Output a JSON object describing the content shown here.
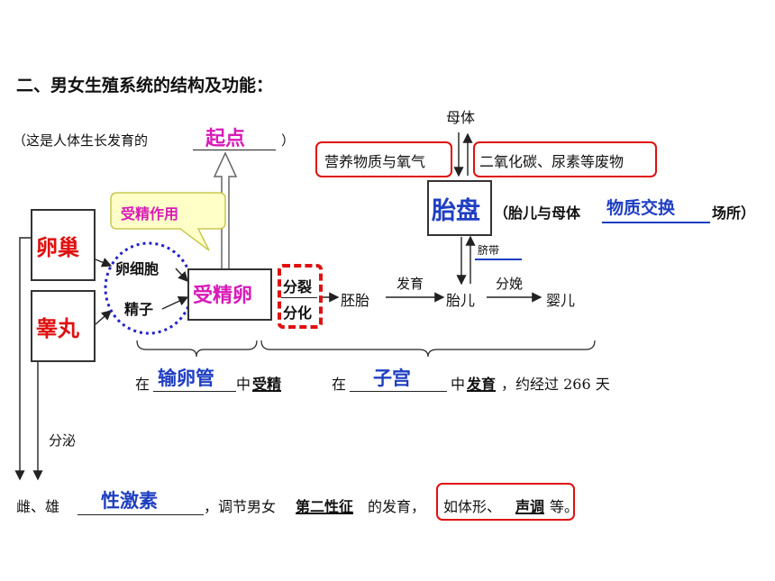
{
  "title": "二、男女生殖系统的结构及功能：",
  "note": {
    "prefix": "（这是人体生长发育的",
    "answer": "起点",
    "suffix": "）"
  },
  "mother": "母体",
  "nutrients": "营养物质与氧气",
  "wastes": "二氧化碳、尿素等废物",
  "placenta": {
    "name": "胎盘",
    "desc_prefix": "（胎儿与母体",
    "answer": "物质交换",
    "desc_suffix": "场所）"
  },
  "umbilical": "脐带",
  "bubble": "受精作用",
  "ovary": "卵巢",
  "testis": "睾丸",
  "egg": "卵细胞",
  "sperm": "精子",
  "zygote": "受精卵",
  "divide": "分裂",
  "differentiate": "分化",
  "embryo": "胚胎",
  "develop": "发育",
  "fetus": "胎儿",
  "birth": "分娩",
  "baby": "婴儿",
  "bottom1": {
    "in1": "在",
    "answer1": "输卵管",
    "mid1": "中",
    "term1": "受精",
    "in2": "在",
    "answer2": "子宫",
    "mid2": "中",
    "term2": "发育",
    "tail": "，约经过 266 天"
  },
  "secrete": "分泌",
  "bottom2": {
    "prefix": "雌、雄",
    "answer": "性激素",
    "mid": "，调节男女",
    "term": "第二性征",
    "mid2": "的发育，",
    "ex1": "如体形、",
    "ex_term": "声调",
    "ex2": "等。"
  }
}
